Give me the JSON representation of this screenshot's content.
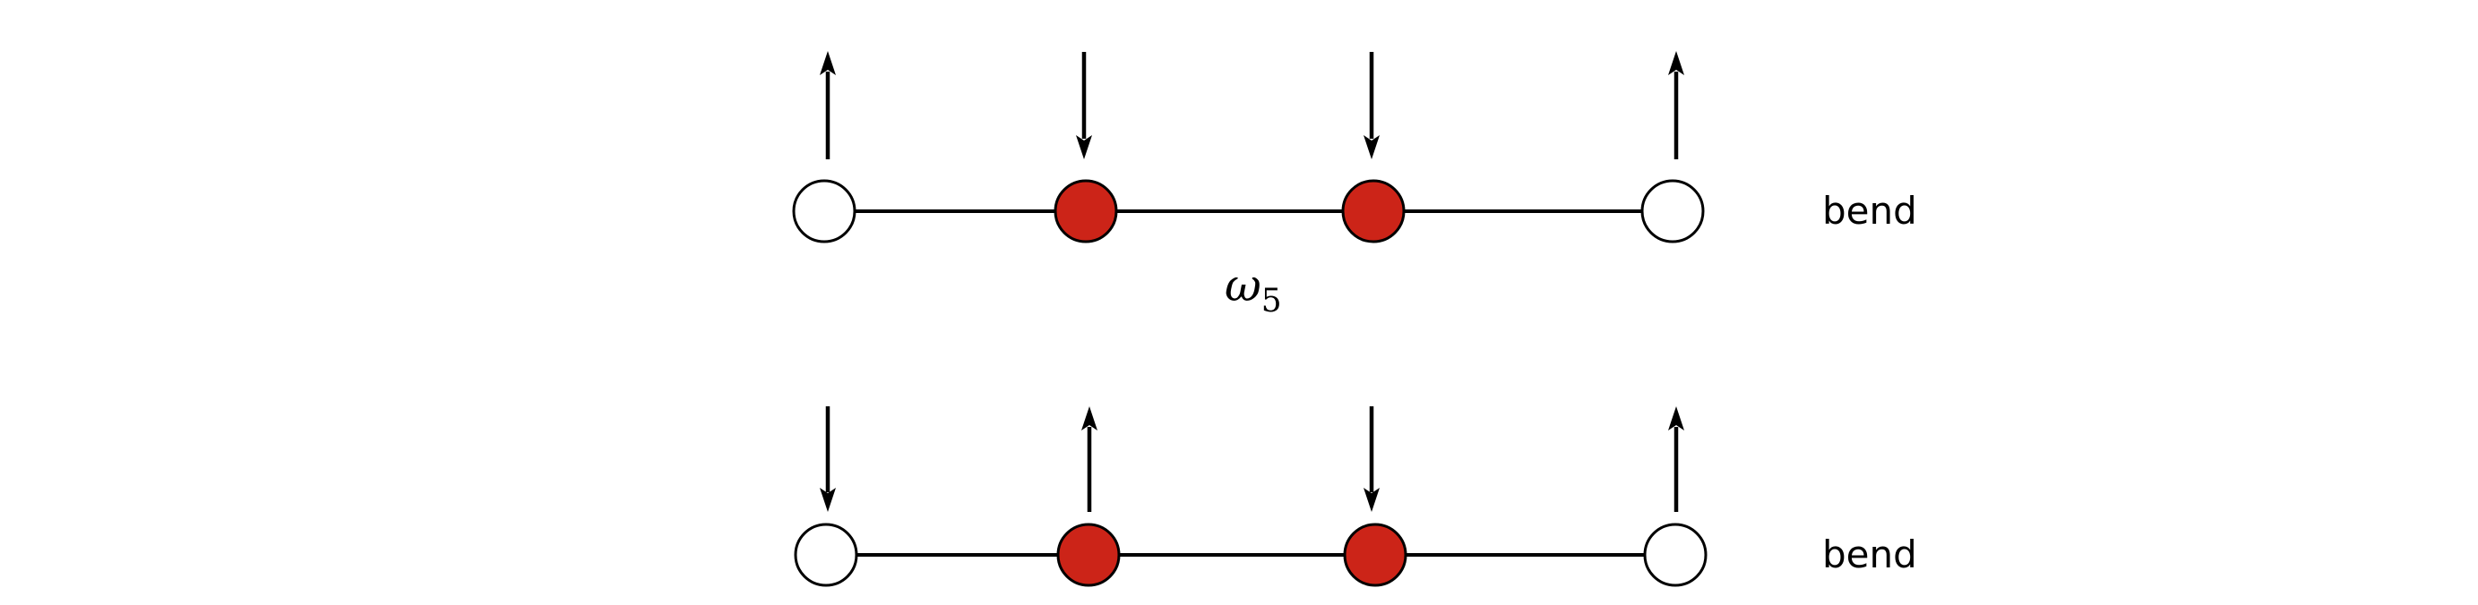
{
  "colors": {
    "background": "#ffffff",
    "outer_atom": "#ffffff",
    "inner_atom": "#cc2418",
    "stroke": "#000000"
  },
  "frequency_label": {
    "symbol": "ω",
    "subscript": "5"
  },
  "modes": [
    {
      "label": "bend",
      "displacements": [
        "up",
        "down",
        "down",
        "up"
      ],
      "atom_types": [
        "outer",
        "inner",
        "inner",
        "outer"
      ]
    },
    {
      "label": "bend",
      "displacements": [
        "down",
        "up",
        "down",
        "up"
      ],
      "atom_types": [
        "outer",
        "inner",
        "inner",
        "outer"
      ]
    }
  ]
}
